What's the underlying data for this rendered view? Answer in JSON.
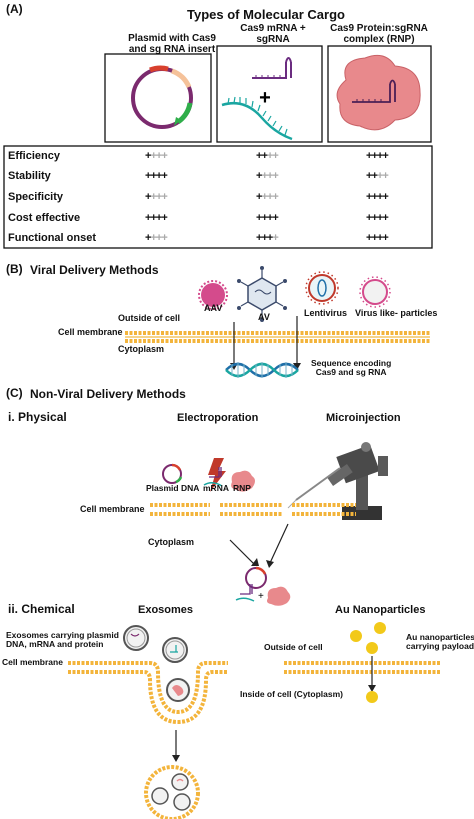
{
  "sectionA": {
    "label": "(A)",
    "title": "Types of Molecular Cargo",
    "columns": [
      {
        "header_line1": "Plasmid with Cas9",
        "header_line2": "and sg RNA insert"
      },
      {
        "header_line1": "Cas9 mRNA +",
        "header_line2": "sgRNA"
      },
      {
        "header_line1": "Cas9 Protein:sgRNA",
        "header_line2": "complex (RNP)"
      }
    ],
    "rows": [
      {
        "label": "Efficiency",
        "scores": [
          1,
          2,
          4
        ]
      },
      {
        "label": "Stability",
        "scores": [
          4,
          1,
          2
        ]
      },
      {
        "label": "Specificity",
        "scores": [
          1,
          1,
          4
        ]
      },
      {
        "label": "Cost effective",
        "scores": [
          4,
          4,
          4
        ]
      },
      {
        "label": "Functional onset",
        "scores": [
          1,
          3,
          4
        ]
      }
    ],
    "plus_symbol": "+",
    "max_score": 4,
    "colors": {
      "mark_on": "#111111",
      "mark_off": "#aaaaaa"
    }
  },
  "sectionB": {
    "label": "(B)",
    "title": "Viral Delivery Methods",
    "outside": "Outside of cell",
    "membrane": "Cell membrane",
    "cytoplasm": "Cytoplasm",
    "viruses": [
      "AAV",
      "AV",
      "Lentivirus",
      "Virus like- particles"
    ],
    "sequence_line1": "Sequence encoding",
    "sequence_line2": "Cas9 and sg RNA"
  },
  "sectionC": {
    "label": "(C)",
    "title": "Non-Viral Delivery Methods",
    "physical": {
      "label": "i. Physical",
      "electroporation": "Electroporation",
      "microinjection": "Microinjection",
      "plasmid": "Plasmid DNA",
      "mrna": "mRNA",
      "rnp": "RNP",
      "membrane": "Cell membrane",
      "cytoplasm": "Cytoplasm",
      "plus": "+"
    },
    "chemical": {
      "label": "ii. Chemical",
      "exosomes": "Exosomes",
      "exo_desc_line1": "Exosomes carrying plasmid",
      "exo_desc_line2": "DNA, mRNA and protein",
      "membrane": "Cell membrane",
      "au": "Au Nanoparticles",
      "outside": "Outside of cell",
      "au_desc_line1": "Au nanoparticles",
      "au_desc_line2": "carrying payload",
      "inside": "Inside of cell (Cytoplasm)"
    }
  },
  "colors": {
    "membrane": "#f3b43b",
    "dna_blue": "#1f6fa8",
    "dna_teal": "#1aa6a1",
    "plasmid_purple": "#7b2a6e",
    "rnp_pink": "#e8898c",
    "gold": "#f2c91a",
    "virus_pink": "#d44b8c"
  }
}
